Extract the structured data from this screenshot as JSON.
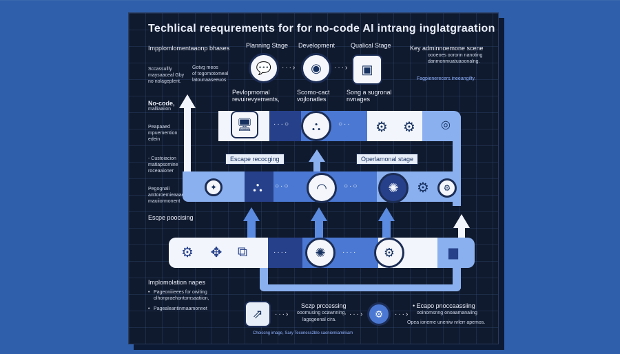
{
  "title": "Techlical reequrements for for no-code  AI intrang inglatgraation",
  "stages": {
    "planning": "Planning Stage",
    "development": "Development",
    "quality": "Qualical Stage",
    "key_admin": "Key adminnoemone scene"
  },
  "left_labels": {
    "impl_phases": "Impplomlomentaaonp bhases",
    "nocode": "No-code,",
    "nocode_sub": "malliaaiion",
    "prepared": "Peapaaed",
    "prepared_sub": "mpuemention",
    "prepared_sub2": "edein",
    "custom": "- Custoiacion",
    "custom_sub": "matiapsomine",
    "custom_sub2": "roceaaioner",
    "proposal": "Pegognali",
    "proposal_sub": "anttoroemieaaae",
    "proposal_sub2": "mauiiormonent",
    "escape_left": "Escpe poocising",
    "impl_napes": "Implomolation napes"
  },
  "small_text": {
    "scal1": "Sccassullly",
    "scal2": "maysaaceal Gby",
    "scal3": "no nolageplent.",
    "cg1": "Gotvg meos",
    "cg2": "of togomotomeal",
    "cg3": "latounaaseeuos",
    "admin1": "oooeoes ooronn nanoting",
    "admin2": "danmonmuatuaoonalng.",
    "admin_link": "Fagpienerecers.ineeangilty.",
    "dev_req": "Pevlopmomal",
    "dev_req2": "revuirevyements,",
    "score": "Scomo-cact",
    "score2": "vojlonatles",
    "song": "Song a sugronal",
    "song2": "nvnages",
    "b1": "Pageoniiieees for owiting",
    "b1b": "olhonpraehontomsaatiion,",
    "b2": "Pagealeantinmaamonnet",
    "scap": "Sczp prccessing",
    "scap2": "ooomusing ocawnning,",
    "scap3": "lagsgeenal cira.",
    "esc_right": "• Ecapo pnoccaassiing",
    "esc_right2": "ooinomsnng onoaamanaiing",
    "esc_right3": "Opea ioneme uneniw nrlerr apemos.",
    "footer": "Choiccng image, Sary Teconess2ble saoniemiamiriiam"
  },
  "band_labels": {
    "escape": "Escape recocging",
    "operational": "Operlamonal stage"
  },
  "icons": {
    "planning": "speech-bubbles-icon",
    "development": "target-icon",
    "quality": "monitor-icon",
    "gear": "gear-icon",
    "network": "network-icon",
    "wifi": "wifi-icon",
    "arrow": "arrow-icon",
    "cursor": "cursor-icon"
  }
}
